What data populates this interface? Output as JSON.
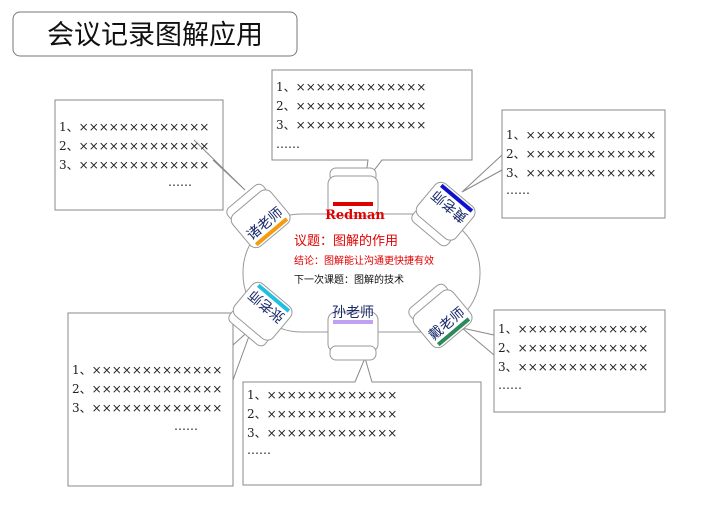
{
  "title": "会议记录图解应用",
  "table": {
    "chair_name": "Redman",
    "topic": "议题：图解的作用",
    "conclusion": "结论：图解能让沟通更快捷有效",
    "next_topic": "下一次课题：图解的技术"
  },
  "participants": [
    {
      "name": "诸老师",
      "color": "#f39c12"
    },
    {
      "name": "黄老师",
      "color": "#1010d0"
    },
    {
      "name": "张老师",
      "color": "#22c0e0"
    },
    {
      "name": "孙老师",
      "color": "#c0a0f0"
    },
    {
      "name": "戴老师",
      "color": "#2a8a5a"
    }
  ],
  "notes": {
    "lines": [
      "1、×××××××××××××",
      "2、×××××××××××××",
      "3、×××××××××××××"
    ],
    "ellipsis": "……"
  }
}
